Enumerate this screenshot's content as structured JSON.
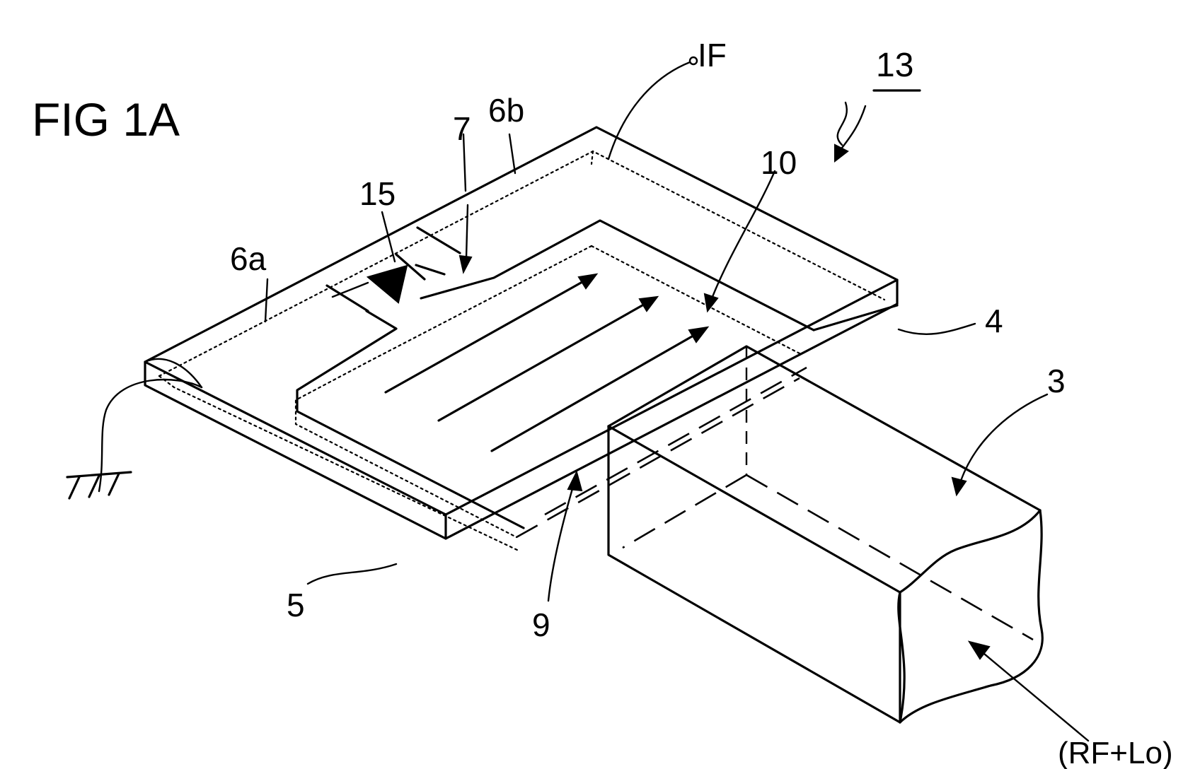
{
  "figure": {
    "title": "FIG 1A",
    "reference_number": "13"
  },
  "labels": {
    "if_port": "IF",
    "ground_pad_a": "6a",
    "ground_pad_b": "6b",
    "gap": "7",
    "diode": "15",
    "patch": "10",
    "substrate": "4",
    "waveguide": "3",
    "ground_line": "5",
    "feed": "9",
    "input_signal": "(RF+Lo)"
  }
}
